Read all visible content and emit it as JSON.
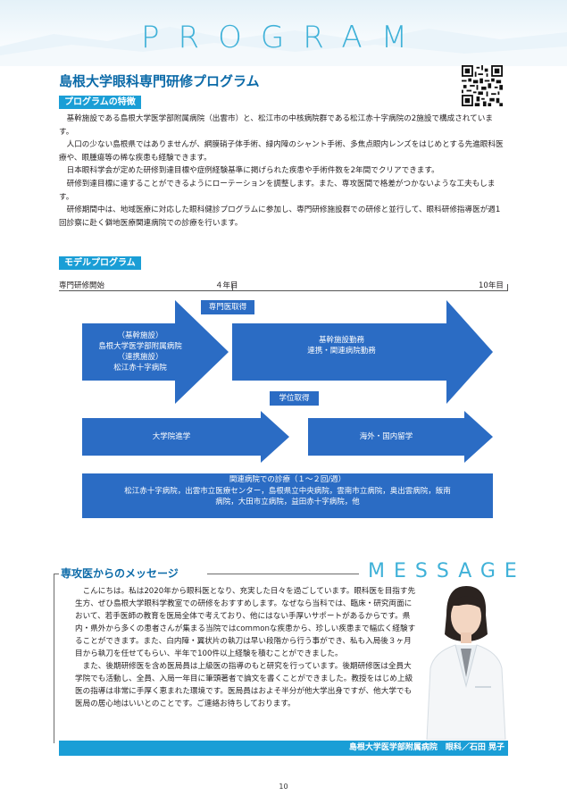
{
  "header": {
    "title": "PROGRAM"
  },
  "main": {
    "title": "島根大学眼科専門研修プログラム",
    "features_label": "プログラムの特徴",
    "features_paragraphs": [
      "基幹施設である島根大学医学部附属病院（出雲市）と、松江市の中核病院群である松江赤十字病院の2施設で構成されています。",
      "人口の少ない島根県ではありませんが、網膜硝子体手術、緑内障のシャント手術、多焦点眼内レンズをはじめとする先進眼科医療や、眼腫瘍等の稀な疾患も経験できます。",
      "日本眼科学会が定めた研修到達目標や症例経験基準に掲げられた疾患や手術件数を2年間でクリアできます。",
      "研修到達目標に達することができるようにローテーションを調整します。また、専攻医間で格差がつかないような工夫もします。",
      "研修期間中は、地域医療に対応した眼科健診プログラムに参加し、専門研修施設群での研修と並行して、眼科研修指導医が週1回診察に赴く僻地医療関連病院での診療を行います。"
    ],
    "model_label": "モデルプログラム"
  },
  "model": {
    "timeline": {
      "start": "専門研修開始",
      "mid": "４年目",
      "end": "10年目"
    },
    "tag_specialist": "専門医取得",
    "tag_degree": "学位取得",
    "arrow1_lines": [
      "（基幹施設）",
      "島根大学医学部附属病院",
      "（連携施設）",
      "松江赤十字病院"
    ],
    "arrow2_lines": [
      "基幹施設勤務",
      "連携・関連病院勤務"
    ],
    "arrow3": "大学院進学",
    "arrow4": "海外・国内留学",
    "related_lines": [
      "関連病院での診療（１～２回/週）",
      "松江赤十字病院，出雲市立医療センター，島根県立中央病院，雲南市立病院，奥出雲病院，飯南",
      "病院，大田市立病院，益田赤十字病院，他"
    ]
  },
  "message": {
    "heading": "専攻医からのメッセージ",
    "title": "MESSAGE",
    "paragraphs": [
      "こんにちは。私は2020年から眼科医となり、充実した日々を過ごしています。眼科医を目指す先生方、ぜひ島根大学眼科学教室での研修をおすすめします。なぜなら当科では、臨床・研究両面において、若手医師の教育を医局全体で考えており、他にはない手厚いサポートがあるからです。県内・県外から多くの患者さんが集まる当院ではcommonな疾患から、珍しい疾患まで幅広く経験することができます。また、白内障・翼状片の執刀は早い段階から行う事ができ、私も入局後３ヶ月目から執刀を任せてもらい、半年で100件以上経験を積むことができました。",
      "また、後期研修医を含め医局員は上級医の指導のもと研究を行っています。後期研修医は全員大学院でも活動し、全員、入局一年目に筆頭著者で論文を書くことができました。教授をはじめ上級医の指導は非常に手厚く恵まれた環境です。医局員はおよそ半分が他大学出身ですが、他大学でも医局の居心地はいいとのことです。ご連絡お待ちしております。"
    ],
    "signature": "島根大学医学部附属病院　眼科／石田 晃子"
  },
  "page_number": "10",
  "colors": {
    "accent": "#1a9ed6",
    "title_blue": "#0b6aa8",
    "arrow_blue": "#2b6cc4",
    "light_cyan": "#3fb1d8"
  }
}
